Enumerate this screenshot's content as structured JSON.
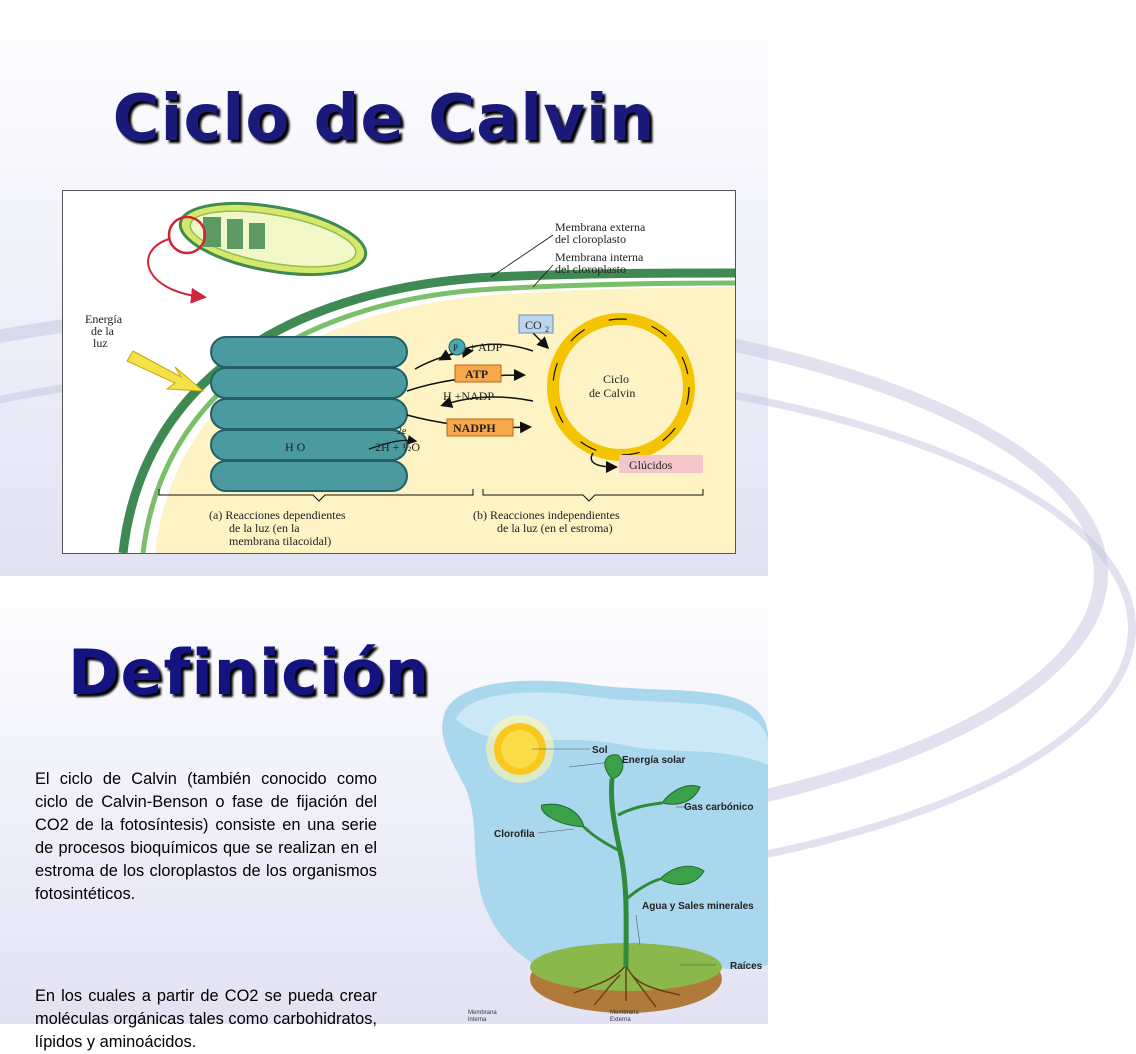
{
  "slide1": {
    "title": "Ciclo de Calvin",
    "diagram": {
      "labels": {
        "outer_membrane_1": "Membrana externa",
        "outer_membrane_2": "del cloroplasto",
        "inner_membrane_1": "Membrana interna",
        "inner_membrane_2": "del cloroplasto",
        "light_1": "Energía",
        "light_2": "de la",
        "light_3": "luz",
        "co2": "CO",
        "co2_sub": "2",
        "p_adp": "+ ADP",
        "p": "P",
        "atp": "ATP",
        "nadp": "H +NADP",
        "nadph": "NADPH",
        "electrons": "2e",
        "water": "H O",
        "water_products": "2H + ½O",
        "cycle_1": "Ciclo",
        "cycle_2": "de Calvin",
        "glucidos": "Glúcidos",
        "caption_a_1": "(a) Reacciones dependientes",
        "caption_a_2": "de la luz (en la",
        "caption_a_3": "membrana tilacoidal)",
        "caption_b_1": "(b) Reacciones independientes",
        "caption_b_2": "de la luz (en el estroma)"
      }
    }
  },
  "slide2": {
    "title": "Definición",
    "paragraph1": "El ciclo de Calvin (también conocido como ciclo de Calvin-Benson o fase de fijación del CO2 de la fotosíntesis) consiste en una serie de procesos bioquímicos que se realizan en el estroma de los cloroplastos de los organismos fotosintéticos.",
    "paragraph2": "En los cuales a partir de CO2 se pueda crear moléculas orgánicas tales como carbohidratos, lípidos y aminoácidos.",
    "plant": {
      "sol": "Sol",
      "energia": "Energía solar",
      "gas": "Gas carbónico",
      "clorofila": "Clorofila",
      "agua": "Agua y Sales minerales",
      "raices": "Raíces",
      "membrana_interna_1": "Membrana",
      "membrana_interna_2": "interna",
      "membrana_externa_1": "Membrana",
      "membrana_externa_2": "Externa"
    }
  },
  "colors": {
    "title": "#1a1a7a",
    "thylakoid": "#4a9aa0",
    "membrane": "#3f8a52",
    "stroma": "#fdf3c4",
    "cycle_ring": "#f5c400",
    "atp_box": "#f7a84a",
    "glucidos_box": "#f3c6cc",
    "co2_box": "#bcd6ee"
  }
}
